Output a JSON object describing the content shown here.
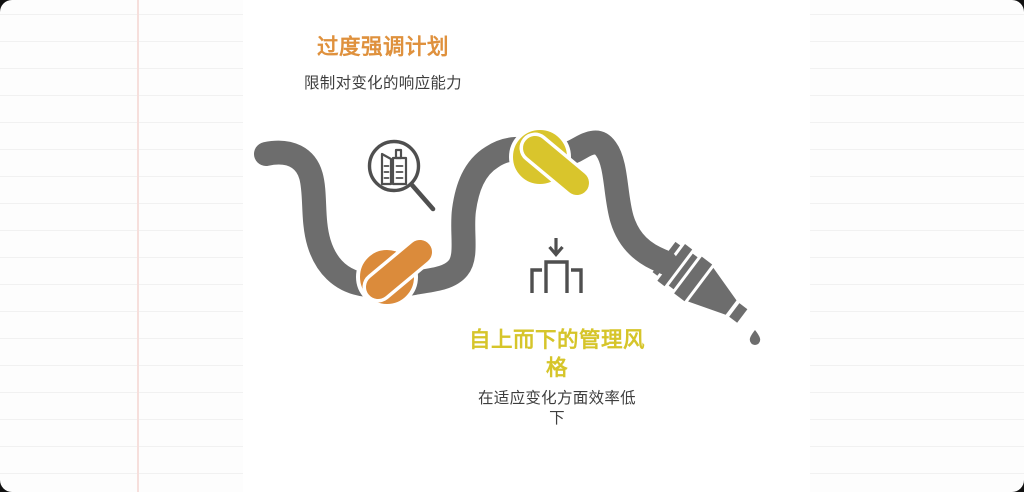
{
  "canvas": {
    "paper_color": "#fdfdfd",
    "rule_line_color": "#f1f1f1",
    "margin_line_color": "#f6dfdc",
    "panel_color": "#ffffff"
  },
  "diagram": {
    "hose_color": "#6d6d6d",
    "icon_color": "#4f4f4f",
    "drop_color": "#6d6d6d",
    "items": [
      {
        "title": "过度强调计划",
        "description": "限制对变化的响应能力",
        "accent_color": "#df913d",
        "knot_color": "#db8b3b",
        "icon": "magnifier-document-icon"
      },
      {
        "title": "自上而下的管理风格",
        "description": "在适应变化方面效率低下",
        "accent_color": "#d6c52a",
        "knot_color": "#d9c52c",
        "icon": "top-down-arrow-podium-icon"
      }
    ]
  }
}
